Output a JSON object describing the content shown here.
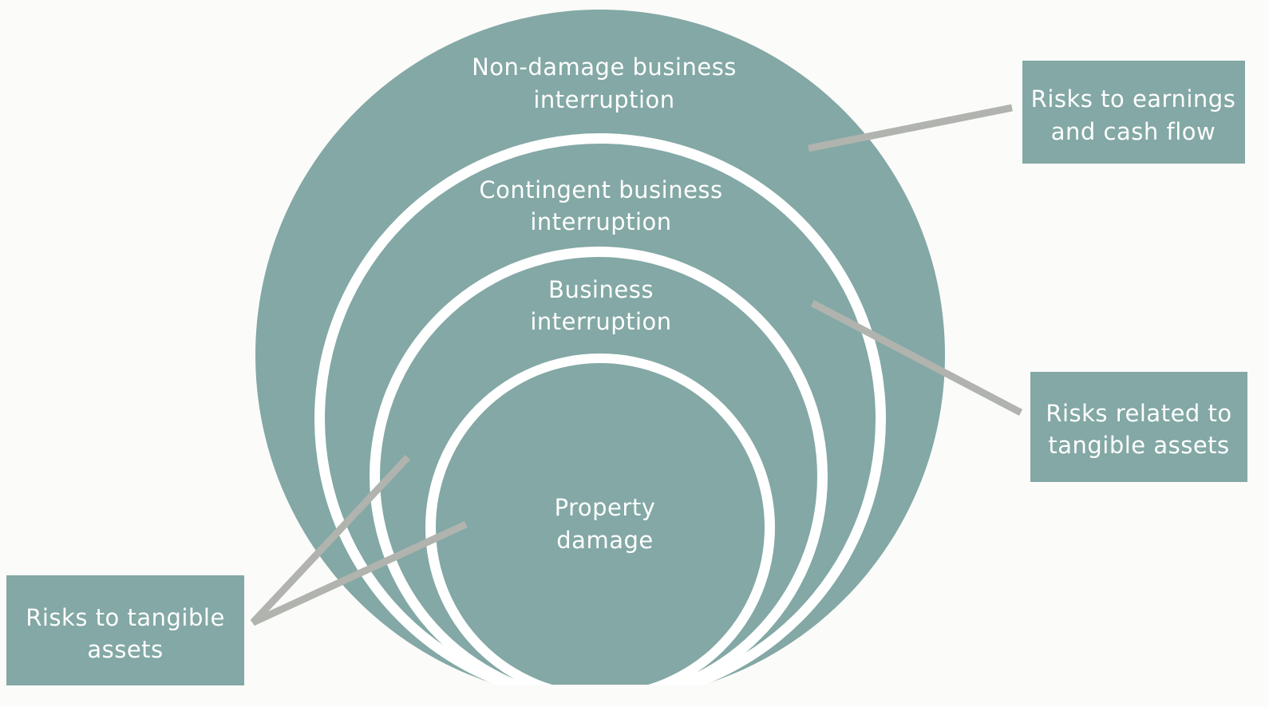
{
  "colors": {
    "background": "#fbfbf9",
    "ring_fill": "#83a8a5",
    "ring_gap": "#ffffff",
    "connector": "#b0b3ae",
    "box_fill": "#83a8a5",
    "text": "#ffffff"
  },
  "rings": {
    "outer": {
      "line1": "Non-damage business",
      "line2": "interruption"
    },
    "second": {
      "line1": "Contingent business",
      "line2": "interruption"
    },
    "third": {
      "line1": "Business",
      "line2": "interruption"
    },
    "inner": {
      "line1": "Property",
      "line2": "damage"
    }
  },
  "callouts": {
    "earnings": {
      "line1": "Risks to earnings",
      "line2": "and cash flow"
    },
    "related": {
      "line1": "Risks related to",
      "line2": "tangible assets"
    },
    "tangible": {
      "line1": "Risks to tangible",
      "line2": "assets"
    }
  }
}
